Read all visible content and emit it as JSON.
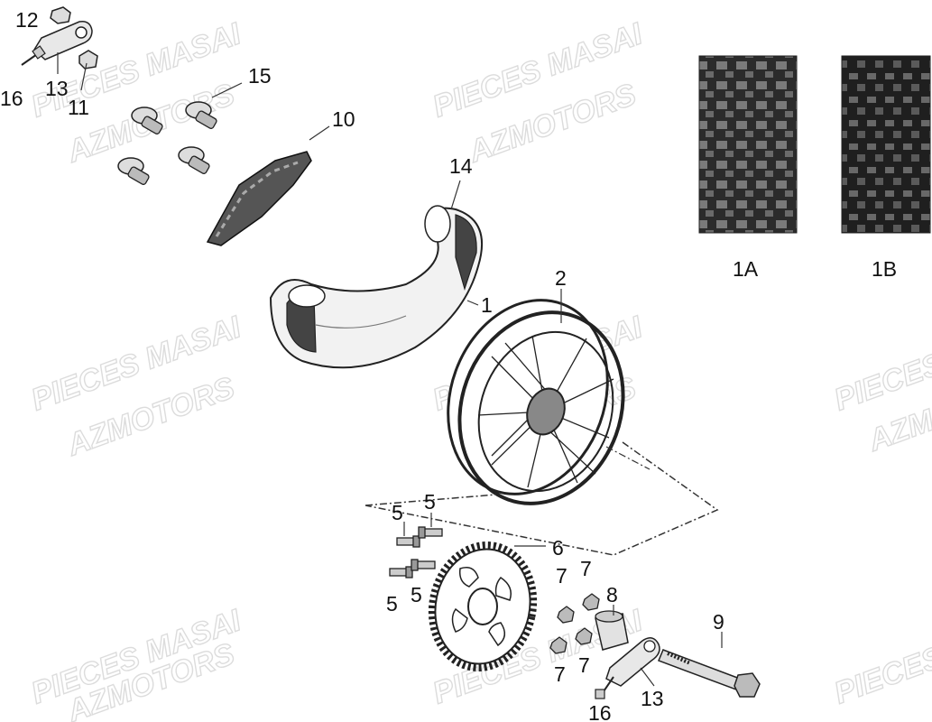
{
  "watermark": {
    "line1": "PIECES MASAI",
    "line2": "AZMOTORS",
    "line2_partial": "AZM",
    "line1_partial": "PIECES",
    "line1_edge": "PIECES M"
  },
  "callouts": [
    {
      "id": "12",
      "text": "12"
    },
    {
      "id": "16a",
      "text": "16"
    },
    {
      "id": "13a",
      "text": "13"
    },
    {
      "id": "11",
      "text": "11"
    },
    {
      "id": "15",
      "text": "15"
    },
    {
      "id": "10",
      "text": "10"
    },
    {
      "id": "14",
      "text": "14"
    },
    {
      "id": "1",
      "text": "1"
    },
    {
      "id": "2",
      "text": "2"
    },
    {
      "id": "1A",
      "text": "1A"
    },
    {
      "id": "1B",
      "text": "1B"
    },
    {
      "id": "5a",
      "text": "5"
    },
    {
      "id": "5b",
      "text": "5"
    },
    {
      "id": "5c",
      "text": "5"
    },
    {
      "id": "5d",
      "text": "5"
    },
    {
      "id": "6",
      "text": "6"
    },
    {
      "id": "7a",
      "text": "7"
    },
    {
      "id": "7b",
      "text": "7"
    },
    {
      "id": "7c",
      "text": "7"
    },
    {
      "id": "7d",
      "text": "7"
    },
    {
      "id": "8",
      "text": "8"
    },
    {
      "id": "9",
      "text": "9"
    },
    {
      "id": "13b",
      "text": "13"
    },
    {
      "id": "16b",
      "text": "16"
    }
  ]
}
